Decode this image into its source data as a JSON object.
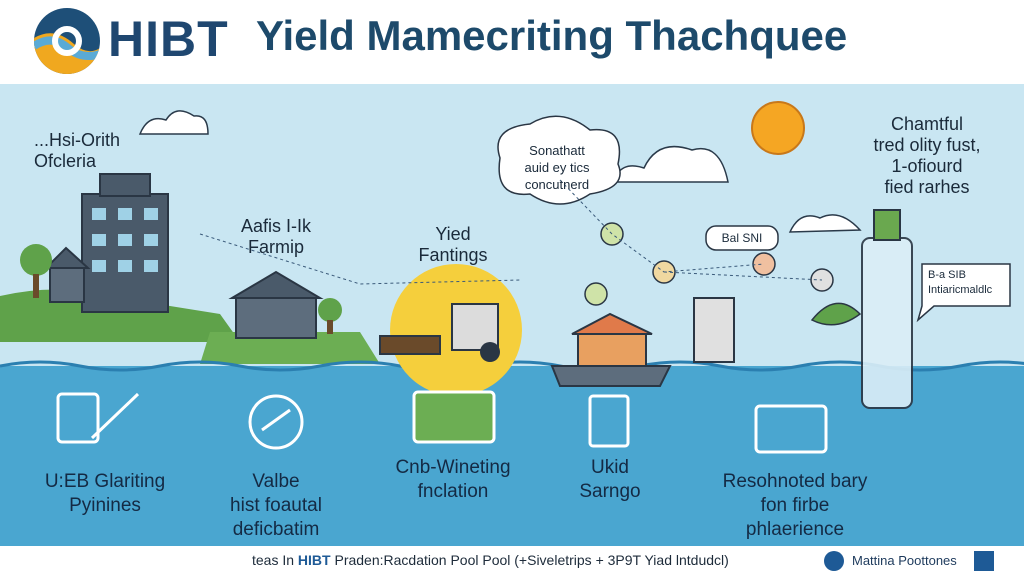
{
  "header": {
    "brand": "HIBT",
    "title": "Yield Mamecriting Thachquee"
  },
  "labels": {
    "top_left_line1": "...Hsi-Orith",
    "top_left_line2": "Ofcleria",
    "farm_line1": "Aafis I-Ik",
    "farm_line2": "Farmip",
    "yield_line1": "Yied",
    "yield_line2": "Fantings",
    "cloud_line1": "Sonathatt",
    "cloud_line2": "auid ey tics",
    "cloud_line3": "concutnerd",
    "top_right_line1": "Chamtful",
    "top_right_line2": "tred olity fust,",
    "top_right_line3": "1-ofiourd",
    "top_right_line4": "fied rarhes",
    "badge_small": "Bal SNI",
    "bubble_line1": "B-a SIB",
    "bubble_line2": "Intiaricmaldlc"
  },
  "bottom_labels": [
    {
      "line1": "U:EB Glariting",
      "line2": "Pyinines",
      "line3": ""
    },
    {
      "line1": "Valbe",
      "line2": "hist foautal",
      "line3": "deficbatim"
    },
    {
      "line1": "Cnb-Wineting",
      "line2": "fnclation",
      "line3": ""
    },
    {
      "line1": "Ukid",
      "line2": "Sarngo",
      "line3": ""
    },
    {
      "line1": "Resohnoted bary",
      "line2": "fon firbe",
      "line3": "phlaerience"
    }
  ],
  "footer": {
    "prefix": "teas In",
    "brand": "HIBT",
    "text": "Praden:Racdation Pool Pool (+Siveletrips + 3P9T Yiad lntdudcl)",
    "right": "Mattina Poottones"
  },
  "colors": {
    "header_text": "#1f4770",
    "sky": "#c9e6f2",
    "water": "#4aa6d0",
    "grass": "#5fa24a",
    "sun": "#f5a623"
  }
}
